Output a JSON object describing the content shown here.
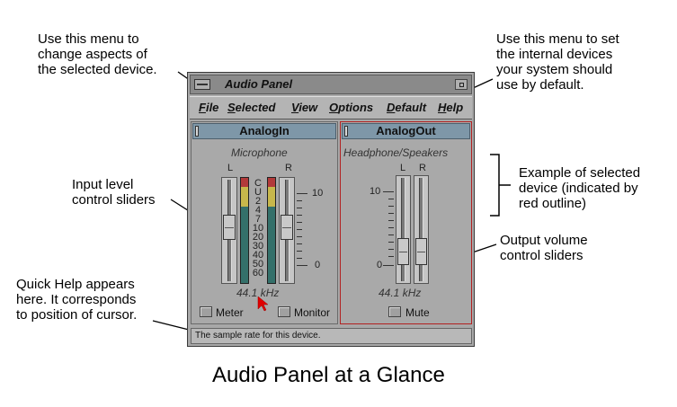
{
  "callouts": {
    "menu_selected": "Use this menu to\nchange aspects of\nthe selected device.",
    "menu_default": "Use this menu to set\nthe internal devices\nyour system should\nuse by default.",
    "input_sliders": "Input level\ncontrol sliders",
    "selected_device": "Example of selected\ndevice (indicated by\nred outline)",
    "output_sliders": "Output volume\ncontrol sliders",
    "quick_help": "Quick Help appears\nhere. It corresponds\nto position of cursor."
  },
  "caption": "Audio Panel at a Glance",
  "window": {
    "title": "Audio Panel",
    "menus": [
      "File",
      "Selected",
      "View",
      "Options",
      "Default",
      "Help"
    ]
  },
  "input_device": {
    "name": "AnalogIn",
    "source": "Microphone",
    "left_label": "L",
    "right_label": "R",
    "meter_scale": [
      "C",
      "U",
      "2",
      "4",
      "7",
      "10",
      "20",
      "30",
      "40",
      "50",
      "60"
    ],
    "scale_top": "10",
    "scale_bottom": "0",
    "rate": "44.1 kHz",
    "meter_label": "Meter",
    "monitor_label": "Monitor"
  },
  "output_device": {
    "name": "AnalogOut",
    "source": "Headphone/Speakers",
    "left_label": "L",
    "right_label": "R",
    "scale_top": "10",
    "scale_bottom": "0",
    "rate": "44.1 kHz",
    "mute_label": "Mute"
  },
  "status_text": "The sample rate for this device.",
  "colors": {
    "selection_outline": "#b22222",
    "pointer": "#e00000"
  }
}
